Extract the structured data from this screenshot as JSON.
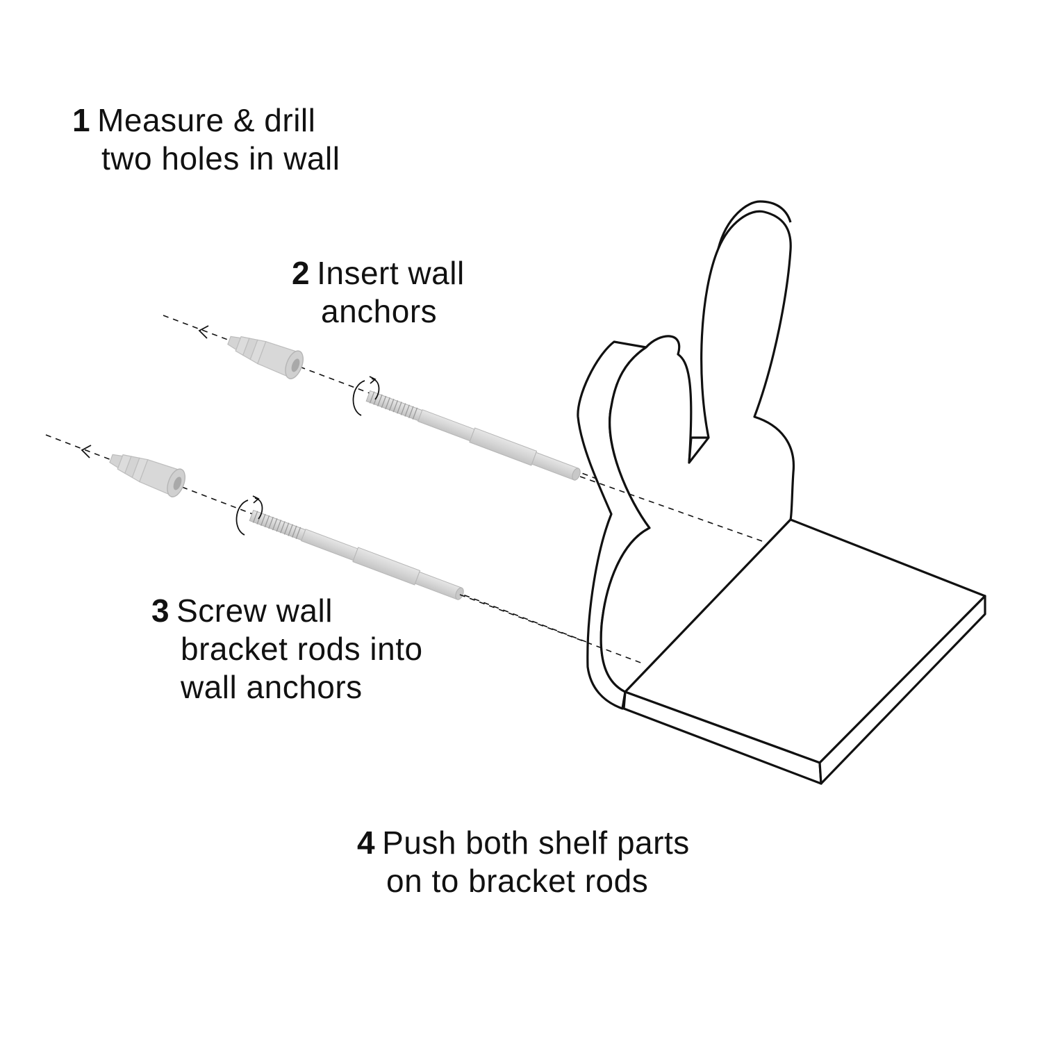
{
  "steps": [
    {
      "number": "1",
      "line1": "Measure & drill",
      "line2": "two holes in wall",
      "line3": ""
    },
    {
      "number": "2",
      "line1": "Insert wall",
      "line2": "anchors",
      "line3": ""
    },
    {
      "number": "3",
      "line1": "Screw wall",
      "line2": "bracket rods into",
      "line3": "wall anchors"
    },
    {
      "number": "4",
      "line1": "Push both shelf parts",
      "line2": "on to bracket rods",
      "line3": ""
    }
  ],
  "colors": {
    "outline": "#111111",
    "hardware_fill": "#d9d9d9",
    "hardware_stroke": "#bfbfbf",
    "background": "#ffffff"
  },
  "icons": [
    "wall-anchor-icon",
    "bracket-rod-icon",
    "rotation-arrow-icon",
    "bunny-shelf-icon"
  ]
}
